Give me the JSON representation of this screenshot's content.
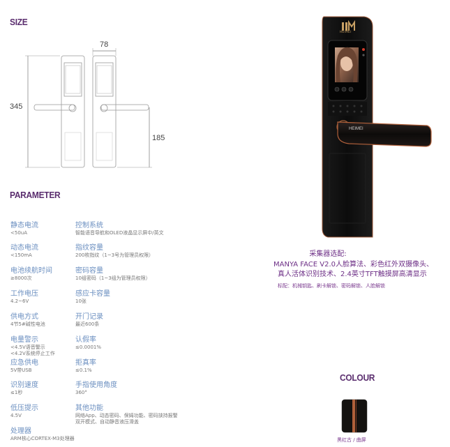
{
  "size": {
    "title": "SIZE",
    "width_label": "78",
    "height_label": "345",
    "handle_label": "185"
  },
  "parameter": {
    "title": "PARAMETER",
    "left": [
      {
        "label": "静态电流",
        "value": "<50uA"
      },
      {
        "label": "动态电流",
        "value": "<150mA"
      },
      {
        "label": "电池续航时间",
        "value": "≥8000次"
      },
      {
        "label": "工作电压",
        "value": "4.2~6V"
      },
      {
        "label": "供电方式",
        "value": "4节5#碱性电池"
      },
      {
        "label": "电量警示",
        "value": "<4.5V语音警示",
        "value2": "<4.2V系统停止工作"
      },
      {
        "label": "应急供电",
        "value": "5V带USB"
      },
      {
        "label": "识别速度",
        "value": "≤1秒"
      },
      {
        "label": "低压提示",
        "value": "4.5V"
      },
      {
        "label": "处理器",
        "value": "ARM核心CORTEX-M3处理器"
      }
    ],
    "right": [
      {
        "label": "控制系统",
        "value": "智能语音导航和OLED液晶显示屏中/英文"
      },
      {
        "label": "指纹容量",
        "value": "200枚指纹（1~3号为管理员权限）"
      },
      {
        "label": "密码容量",
        "value": "10组密码（1~3组为管理员权限）"
      },
      {
        "label": "感应卡容量",
        "value": "10张"
      },
      {
        "label": "开门记录",
        "value": "最近600条"
      },
      {
        "label": "认假率",
        "value": "≤0.0001%"
      },
      {
        "label": "拒真率",
        "value": "≤0.1%"
      },
      {
        "label": "手指使用角度",
        "value": "360°"
      },
      {
        "label": "其他功能",
        "value": "网络App、动态密码、保姆功能、密码挟持报警",
        "value2": "双开模式、自动静音液压滑盖"
      }
    ]
  },
  "product": {
    "logo_text": "HEIMEI",
    "handle_brand": "HEIMEI",
    "caption_title": "采集器选配:",
    "caption_line1": "MANYA FACE V2.0人脸算法、彩色红外双摄像头、",
    "caption_line2": "真人活体识别技术、2.4英寸TFT触摸屏高清显示",
    "caption_note": "标配：机械钥匙、刷卡解锁、密码解锁、人脸解锁"
  },
  "colour": {
    "title": "COLOUR",
    "swatch_label": "黑红古 / 曲屏"
  },
  "colors": {
    "accent_purple": "#5a2d6e",
    "param_label": "#6b8fc0",
    "bronze": "#b0603a"
  }
}
